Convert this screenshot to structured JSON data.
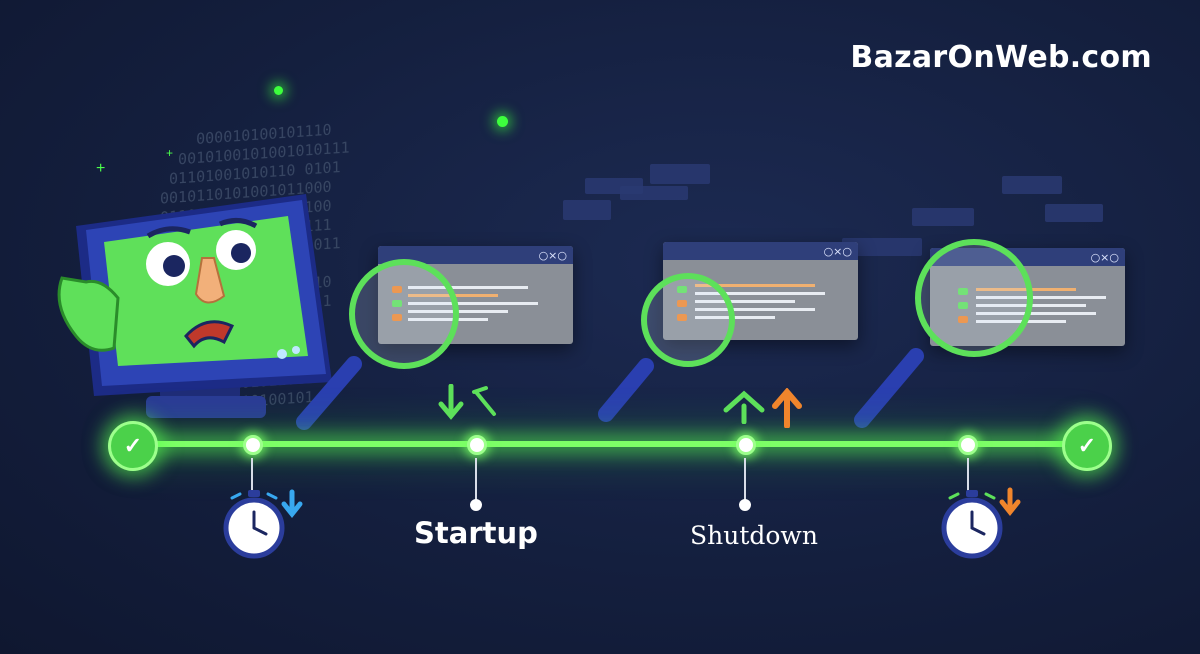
{
  "brand": {
    "text": "BazarOnWeb.com"
  },
  "timeline": {
    "labels": {
      "startup": "Startup",
      "shutdown": "Shutdown"
    }
  },
  "windows": [
    {
      "controls": "○×○"
    },
    {
      "controls": "○×○"
    },
    {
      "controls": "○×○"
    }
  ],
  "colors": {
    "background": "#141f3e",
    "timeline_glow": "#7dff67",
    "monitor_face": "#5fe05a",
    "monitor_frame": "#2b3d9c",
    "arrow_green": "#5de05a",
    "arrow_orange": "#f0852c",
    "arrow_blue": "#38a8f0"
  },
  "icons": [
    "monitor-character-icon",
    "magnifier-icon",
    "stopwatch-icon",
    "check-icon",
    "arrow-down-icon",
    "arrow-up-icon"
  ]
}
